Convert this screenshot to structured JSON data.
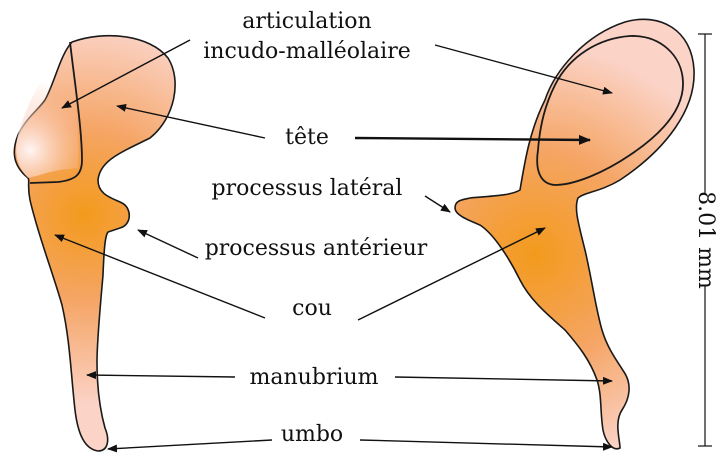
{
  "labels": {
    "articulation_line1": "articulation",
    "articulation_line2": "incudo-malléolaire",
    "tete": "tête",
    "processus_lateral": "processus latéral",
    "processus_anterieur": "processus antérieur",
    "cou": "cou",
    "manubrium": "manubrium",
    "umbo": "umbo"
  },
  "scale": {
    "length_label": "8.01 mm"
  },
  "colors": {
    "bone_core": "#f39a1c",
    "bone_mid": "#f5a565",
    "bone_edge": "#fbd3c7",
    "bone_highlight": "#fff5f5",
    "outline": "#1a1a1a"
  }
}
